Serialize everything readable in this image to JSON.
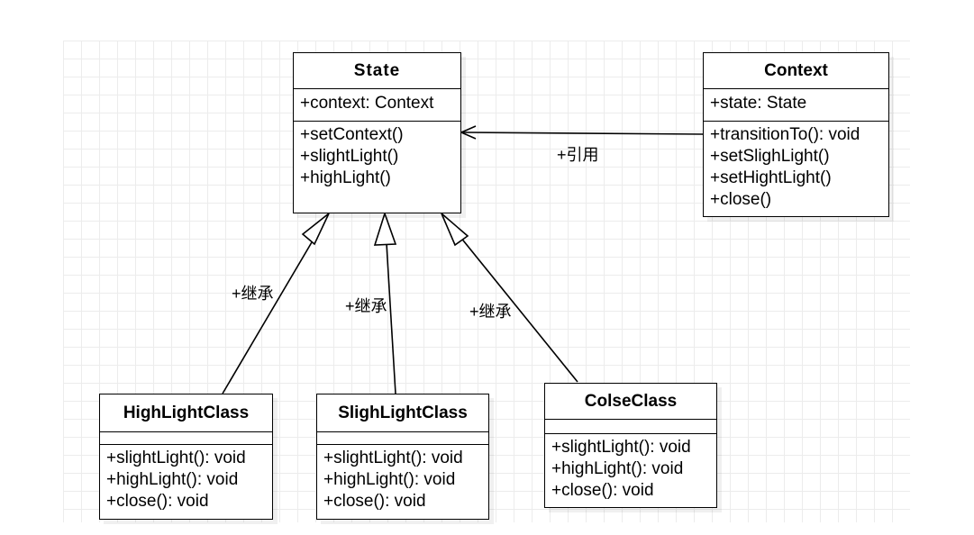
{
  "classes": {
    "state": {
      "name": "State",
      "attributes": [
        "+context: Context"
      ],
      "operations": [
        "+setContext()",
        "+slightLight()",
        "+highLight()"
      ]
    },
    "context": {
      "name": "Context",
      "attributes": [
        "+state: State"
      ],
      "operations": [
        "+transitionTo(): void",
        "+setSlighLight()",
        "+setHightLight()",
        "+close()"
      ]
    },
    "highlight": {
      "name": "HighLightClass",
      "attributes": [],
      "operations": [
        "+slightLight(): void",
        "+highLight(): void",
        "+close(): void"
      ]
    },
    "slighlight": {
      "name": "SlighLightClass",
      "attributes": [],
      "operations": [
        "+slightLight(): void",
        "+highLight(): void",
        "+close(): void"
      ]
    },
    "colse": {
      "name": "ColseClass",
      "attributes": [],
      "operations": [
        "+slightLight(): void",
        "+highLight(): void",
        "+close(): void"
      ]
    }
  },
  "relations": {
    "reference": {
      "label": "+引用",
      "type": "association"
    },
    "inherit_highlight": {
      "label": "+继承",
      "type": "generalization"
    },
    "inherit_slighlight": {
      "label": "+继承",
      "type": "generalization"
    },
    "inherit_colse": {
      "label": "+继承",
      "type": "generalization"
    }
  },
  "colors": {
    "line": "#000000",
    "grid": "#ececec"
  }
}
